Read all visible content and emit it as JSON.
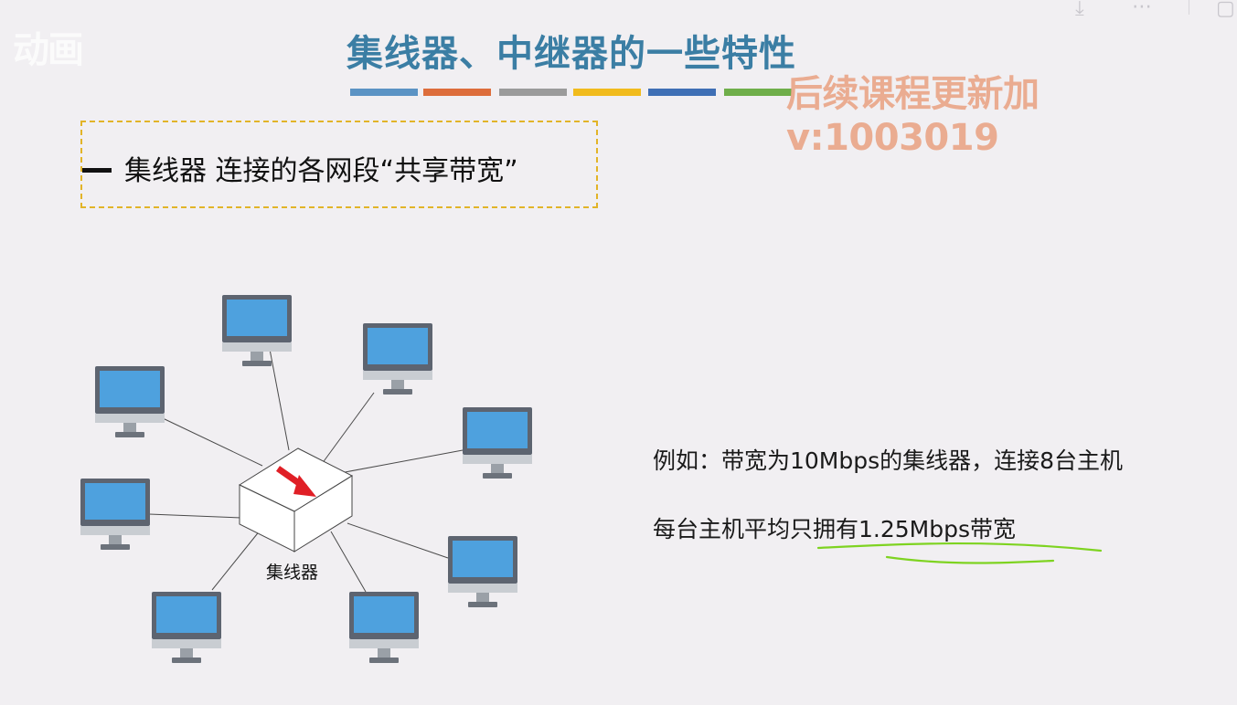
{
  "slide": {
    "logo_text": "动画",
    "title": "集线器、中继器的一些特性",
    "watermark": "后续课程更新加v:1003019",
    "subtitle": "集线器 连接的各网段“共享带宽”",
    "hub_label": "集线器",
    "example_text": "例如：带宽为10Mbps的集线器，连接8台主机",
    "avg_text": "每台主机平均只拥有1.25Mbps带宽",
    "title_bar_colors": [
      "#5b93c4",
      "#dd6d3b",
      "#9b9b9b",
      "#f1bb1d",
      "#3f6fb5",
      "#6fae4a"
    ]
  },
  "toolbar": {
    "download_icon": "download-icon",
    "more_icon": "more-icon",
    "window_icon": "window-icon"
  },
  "diagram": {
    "host_count": 8,
    "hub_icon": "hub-box-icon",
    "arrow_color": "#e01f26",
    "screen_color": "#4ea1de",
    "underline_color": "#7ed321"
  }
}
